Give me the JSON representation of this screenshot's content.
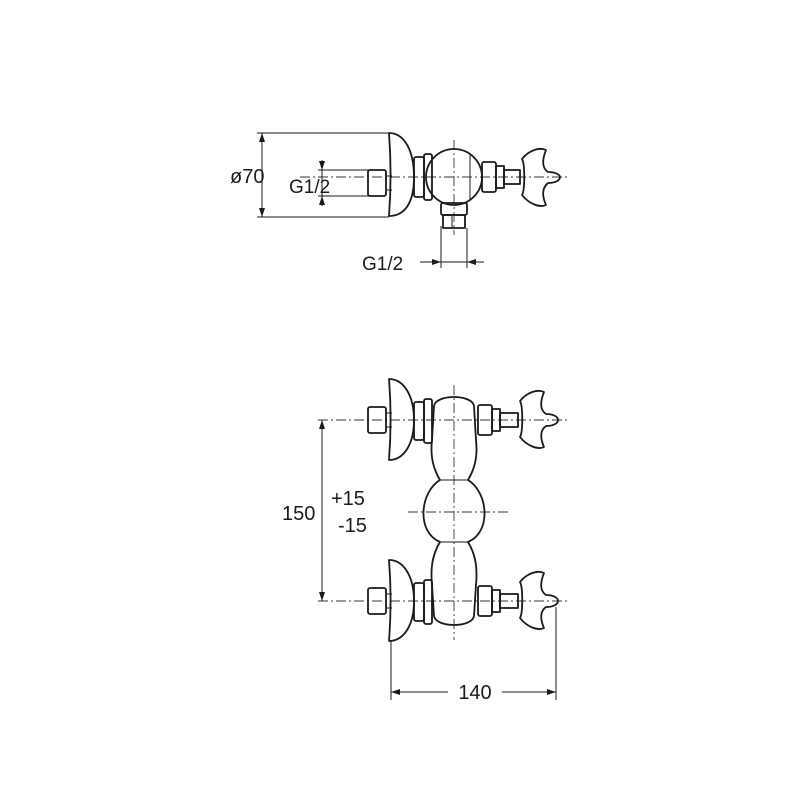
{
  "top_view": {
    "diameter_label": "ø70",
    "inlet_thread_label": "G1/2",
    "outlet_thread_label": "G1/2"
  },
  "front_view": {
    "spacing_nominal": "150",
    "spacing_plus_tol": "+15",
    "spacing_minus_tol": "-15",
    "width_label": "140"
  }
}
